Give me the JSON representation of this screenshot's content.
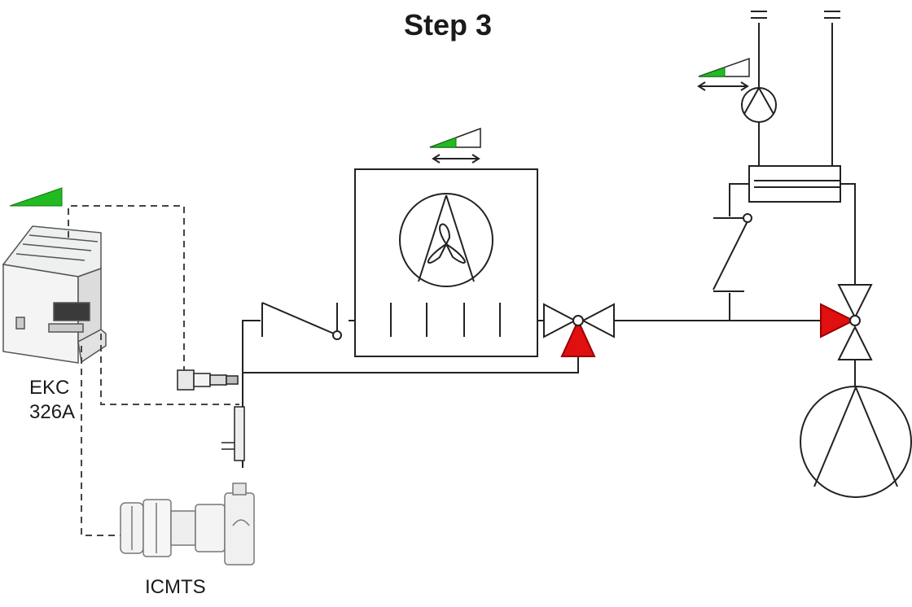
{
  "title": "Step 3",
  "controller": {
    "line1": "EKC",
    "line2": "326A"
  },
  "valve": {
    "label": "ICMTS"
  },
  "colors": {
    "signal_green": "#22bb22",
    "valve_red": "#e01010",
    "line": "#222222"
  },
  "icons": [
    "level-indicator",
    "fan",
    "expansion-valve",
    "solenoid-valve",
    "compressor",
    "pump",
    "heat-exchanger",
    "pressure-transmitter"
  ]
}
